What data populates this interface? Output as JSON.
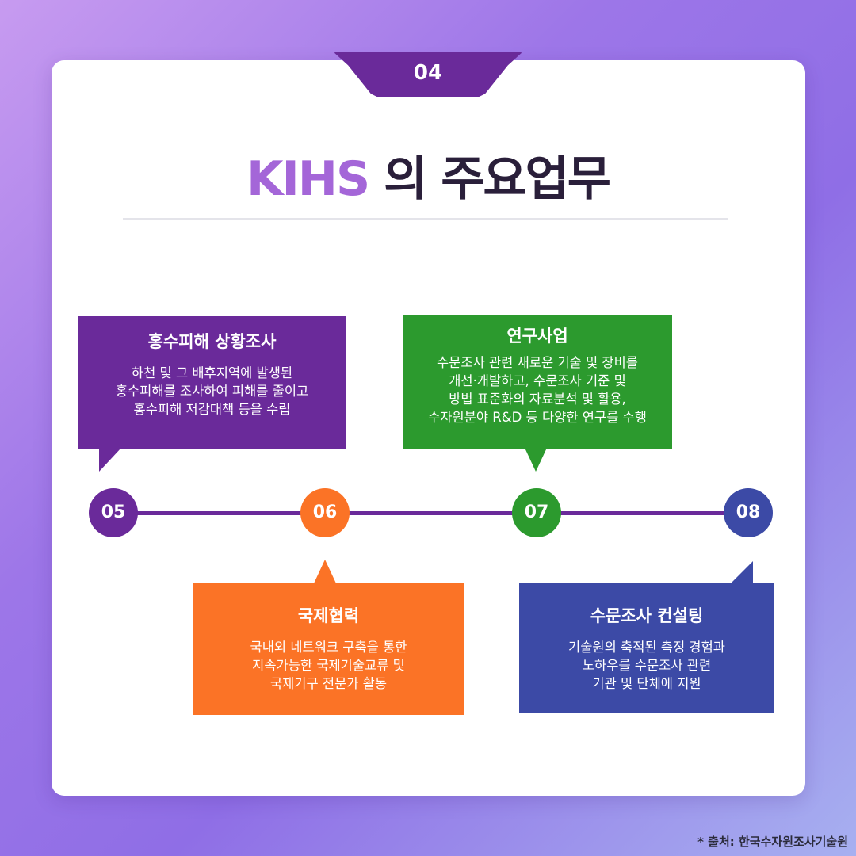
{
  "header": {
    "number": "04"
  },
  "title": {
    "accent": "KIHS",
    "rest": " 의 주요업무"
  },
  "colors": {
    "purple": "#6a2a9a",
    "orange": "#fb7326",
    "green": "#2c9a2e",
    "blue": "#3c4aa6"
  },
  "steps": [
    {
      "num": "05",
      "title": "홍수피해 상황조사",
      "lines": [
        "하천 및 그 배후지역에 발생된",
        "홍수피해를 조사하여 피해를 줄이고",
        "홍수피해 저감대책 등을 수립"
      ]
    },
    {
      "num": "06",
      "title": "국제협력",
      "lines": [
        "국내외 네트워크 구축을 통한",
        "지속가능한 국제기술교류 및",
        "국제기구 전문가 활동"
      ]
    },
    {
      "num": "07",
      "title": "연구사업",
      "lines": [
        "수문조사 관련 새로운 기술 및 장비를",
        "개선·개발하고, 수문조사 기준 및",
        "방법 표준화의 자료분석 및 활용,",
        "수자원분야 R&D 등 다양한 연구를 수행"
      ]
    },
    {
      "num": "08",
      "title": "수문조사 컨설팅",
      "lines": [
        "기술원의 축적된 측정 경험과",
        "노하우를 수문조사 관련",
        "기관 및 단체에 지원"
      ]
    }
  ],
  "source": "* 출처: 한국수자원조사기술원"
}
